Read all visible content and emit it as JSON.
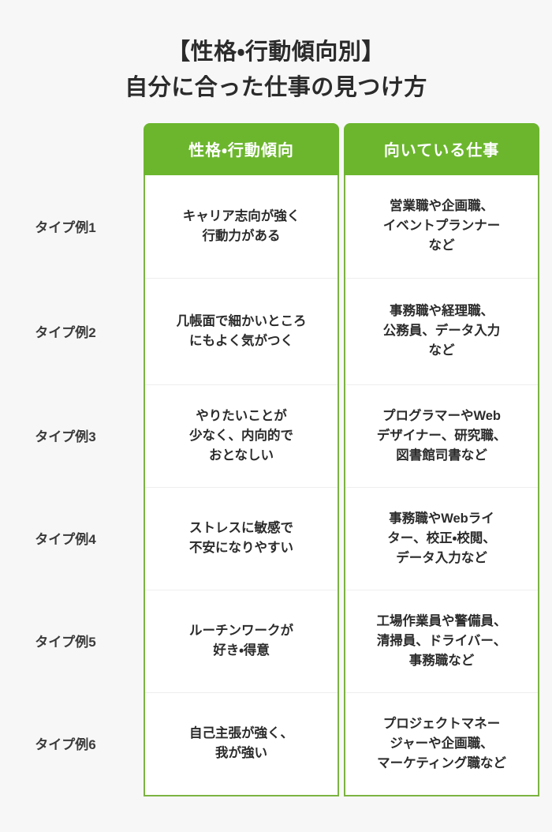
{
  "page": {
    "background_color": "#f7f7f7",
    "accent_color": "#6cb62e",
    "border_color": "#7cb342",
    "text_color": "#2b2b2b"
  },
  "title": {
    "line1": "【性格・行動傾向別】",
    "line2": "自分に合った仕事の見つけ方"
  },
  "table": {
    "headers": {
      "label_col": "",
      "col1": "性格・行動傾向",
      "col2": "向いている仕事"
    },
    "rows": [
      {
        "label": "タイプ例1",
        "trait_lines": [
          "キャリア志向が強く",
          "行動力がある"
        ],
        "job_lines": [
          "営業職や企画職、",
          "イベントプランナー",
          "など"
        ]
      },
      {
        "label": "タイプ例2",
        "trait_lines": [
          "几帳面で細かいところ",
          "にもよく気がつく"
        ],
        "job_lines": [
          "事務職や経理職、",
          "公務員、データ入力",
          "など"
        ]
      },
      {
        "label": "タイプ例3",
        "trait_lines": [
          "やりたいことが",
          "少なく、内向的で",
          "おとなしい"
        ],
        "job_lines": [
          "プログラマーやWeb",
          "デザイナー、研究職、",
          "図書館司書など"
        ]
      },
      {
        "label": "タイプ例4",
        "trait_lines": [
          "ストレスに敏感で",
          "不安になりやすい"
        ],
        "job_lines": [
          "事務職やWebライ",
          "ター、校正・校閲、",
          "データ入力など"
        ]
      },
      {
        "label": "タイプ例5",
        "trait_lines": [
          "ルーチンワークが",
          "好き・得意"
        ],
        "job_lines": [
          "工場作業員や警備員、",
          "清掃員、ドライバー、",
          "事務職など"
        ]
      },
      {
        "label": "タイプ例6",
        "trait_lines": [
          "自己主張が強く、",
          "我が強い"
        ],
        "job_lines": [
          "プロジェクトマネー",
          "ジャーや企画職、",
          "マーケティング職など"
        ]
      }
    ]
  }
}
